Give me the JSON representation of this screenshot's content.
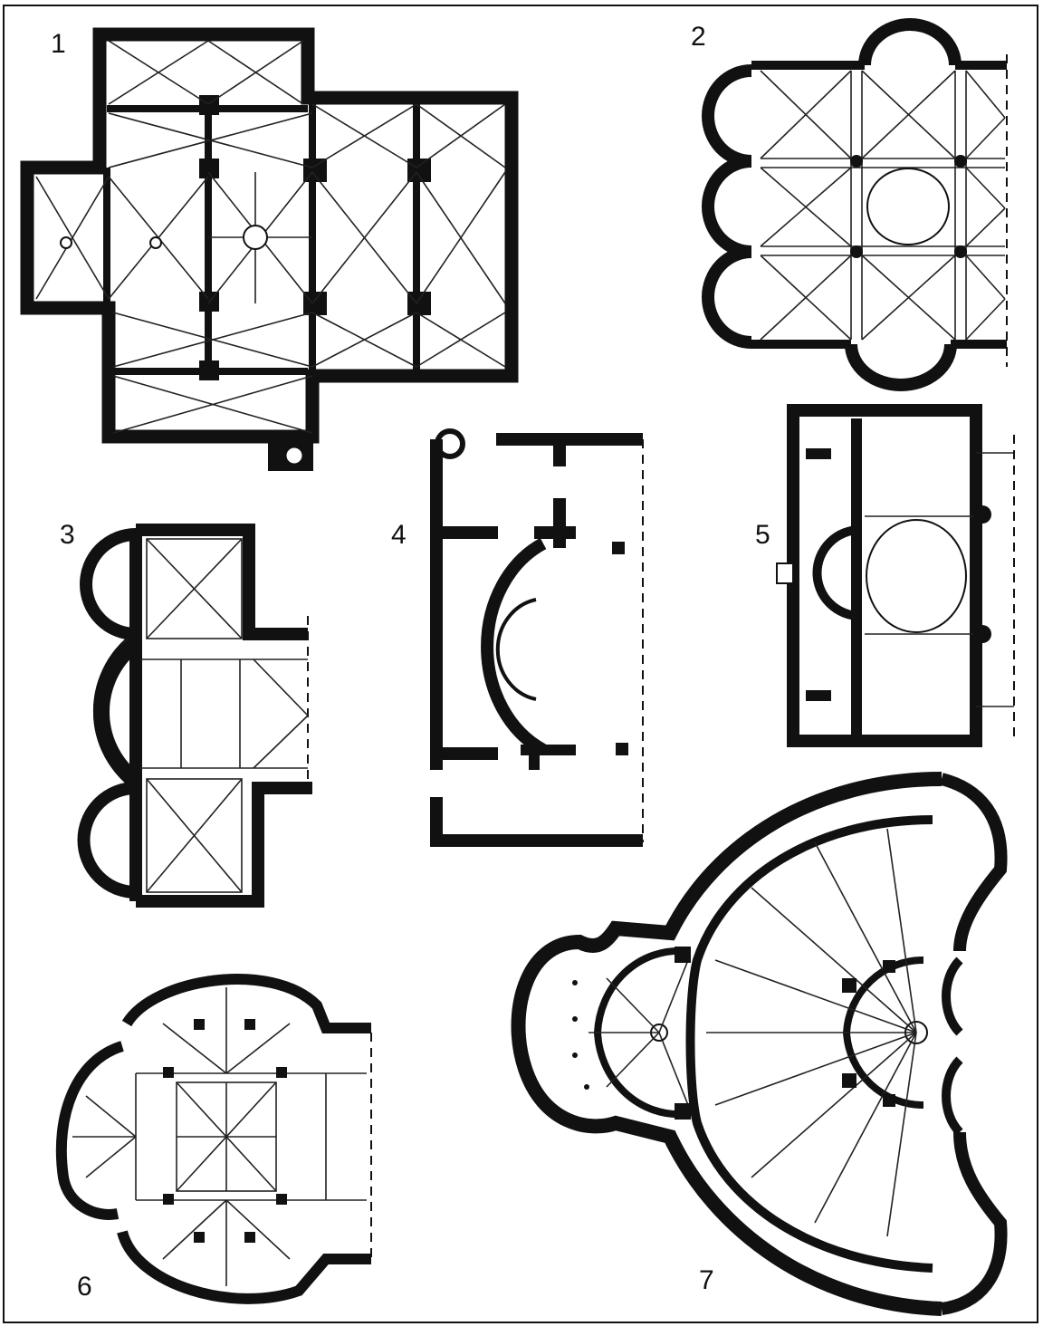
{
  "plate": {
    "panels": [
      {
        "id": "plan-1",
        "number": "1"
      },
      {
        "id": "plan-2",
        "number": "2"
      },
      {
        "id": "plan-3",
        "number": "3"
      },
      {
        "id": "plan-4",
        "number": "4"
      },
      {
        "id": "plan-5",
        "number": "5"
      },
      {
        "id": "plan-6",
        "number": "6"
      },
      {
        "id": "plan-7",
        "number": "7"
      }
    ],
    "colors": {
      "ink": "#111111",
      "paper": "#ffffff"
    }
  }
}
